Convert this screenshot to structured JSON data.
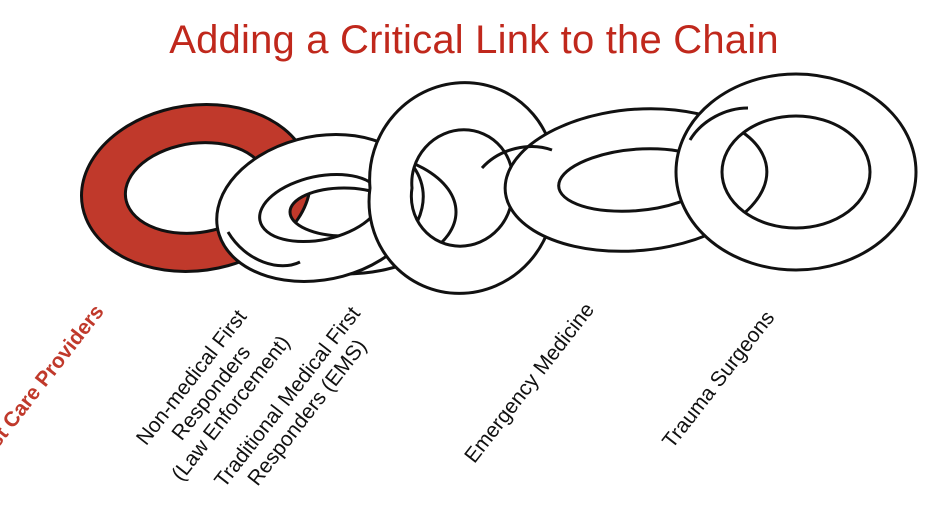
{
  "title": "Adding a Critical Link to the Chain",
  "colors": {
    "title": "#c0281c",
    "highlight_link": "#c0392b",
    "first_label": "#c0392b",
    "link_fill": "#ffffff",
    "outline": "#111111",
    "label_text": "#111111"
  },
  "links": [
    {
      "name": "First Care Providers",
      "lines": [
        "First Care Providers"
      ],
      "highlight": true
    },
    {
      "name": "Non-medical First Responders (Law Enforcement)",
      "lines": [
        "Non-medical First",
        "Responders",
        "(Law Enforcement)"
      ],
      "highlight": false
    },
    {
      "name": "Traditional Medical First Responders (EMS)",
      "lines": [
        "Traditional Medical First",
        "Responders (EMS)"
      ],
      "highlight": false
    },
    {
      "name": "Emergency Medicine",
      "lines": [
        "Emergency Medicine"
      ],
      "highlight": false
    },
    {
      "name": "Trauma Surgeons",
      "lines": [
        "Trauma Surgeons"
      ],
      "highlight": false
    }
  ]
}
